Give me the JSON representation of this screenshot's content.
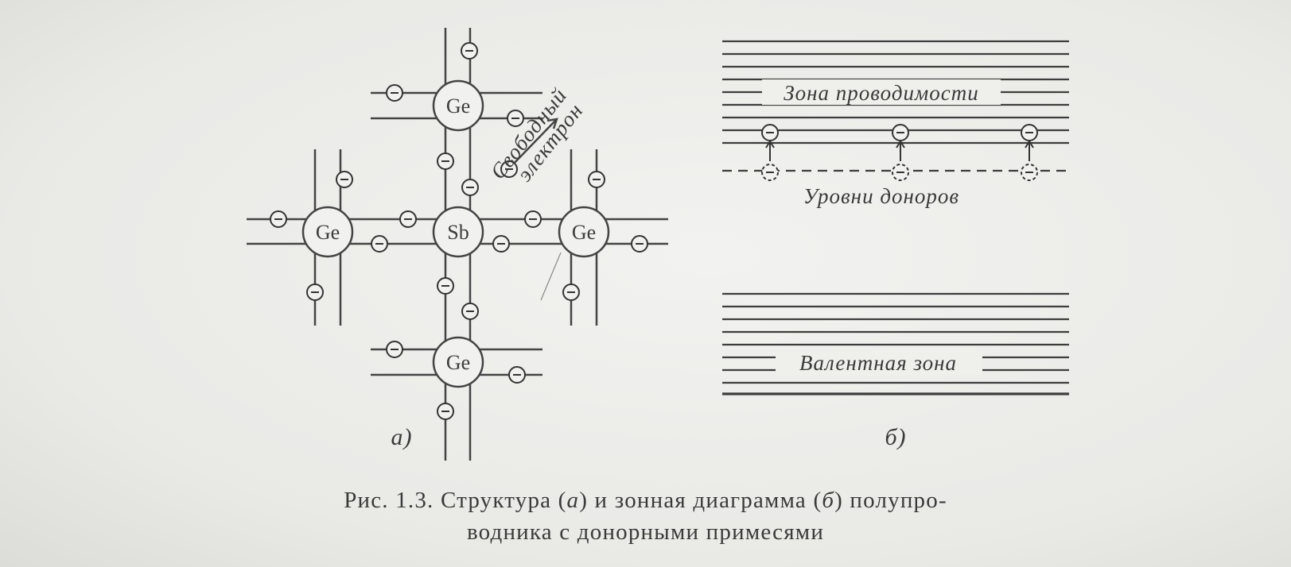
{
  "structure": {
    "atoms": {
      "center": "Sb",
      "top": "Ge",
      "left": "Ge",
      "right": "Ge",
      "bottom": "Ge"
    },
    "free_electron_label_line1": "Свободный",
    "free_electron_label_line2": "электрон",
    "panel_label": "а)"
  },
  "band_diagram": {
    "conduction_band_label": "Зона проводимости",
    "donor_levels_label": "Уровни доноров",
    "valence_band_label": "Валентная зона",
    "panel_label": "б)",
    "donor_electron_count": 3
  },
  "caption": {
    "line1_prefix": "Рис. 1.3. Структура (",
    "a": "а",
    "line1_middle": ") и зонная диаграмма (",
    "b": "б",
    "line1_suffix": ") полупро-",
    "line2": "водника с донорными примесями"
  }
}
